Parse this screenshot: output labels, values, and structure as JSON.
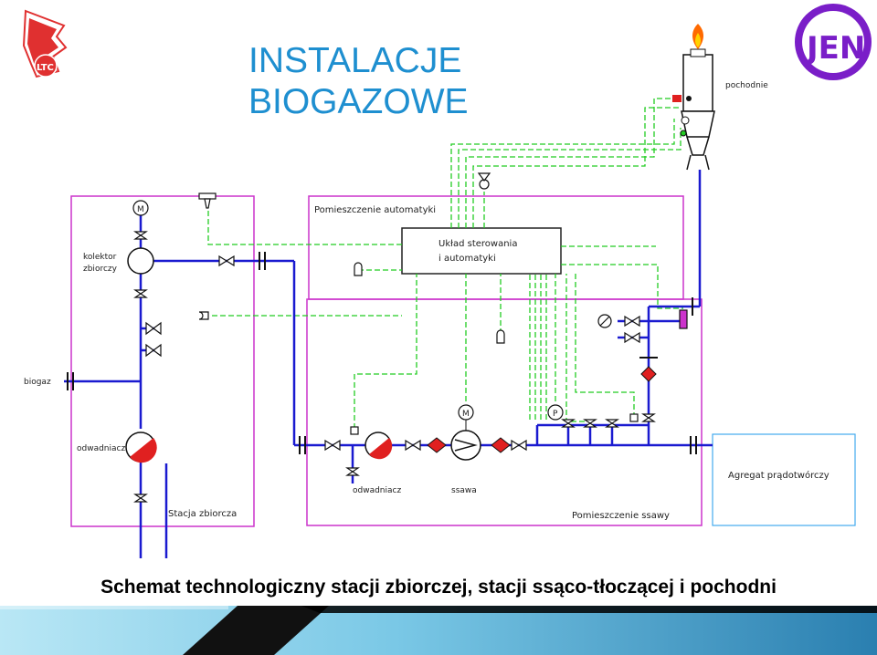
{
  "title": {
    "line1": "INSTALACJE",
    "line2": "BIOGAZOWE"
  },
  "caption": "Schemat technologiczny stacji zbiorczej, stacji ssąco-tłoczącej i pochodni",
  "logos": {
    "left": "LTC",
    "right": "JEN"
  },
  "labels": {
    "kolektor_line1": "kolektor",
    "kolektor_line2": "zbiorczy",
    "biogaz": "biogaz",
    "odwadniacz_left": "odwadniacz",
    "stacja": "Stacja zbiorcza",
    "pomieszczenie_automatyki": "Pomieszczenie automatyki",
    "uklad_line1": "Układ sterowania",
    "uklad_line2": "i automatyki",
    "odwadniacz_mid": "odwadniacz",
    "ssawa": "ssawa",
    "pomieszczenie_ssawy": "Pomieszczenie ssawy",
    "agregat": "Agregat prądotwórczy",
    "pochodnie": "pochodnie",
    "motor_m": "M",
    "pressure_p": "P"
  },
  "colors": {
    "title": "#1e8fd0",
    "pipe": "#1a1ad0",
    "control": "#22cc22",
    "room": "#cc33cc",
    "pump": "#e02020",
    "agregat_border": "#44aaee",
    "flame": "#ff6a00"
  }
}
